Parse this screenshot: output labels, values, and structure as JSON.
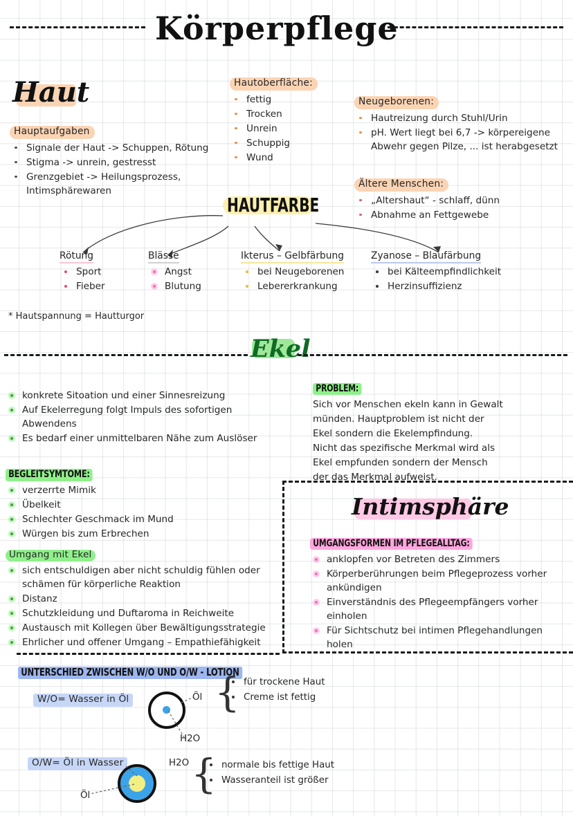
{
  "page": {
    "title": "Körperpflege"
  },
  "sections": {
    "haut": {
      "heading": "Haut",
      "hauptaufgaben": {
        "label": "Hauptaufgaben",
        "items": [
          "Signale der Haut -> Schuppen, Rötung",
          "Stigma -> unrein, gestresst",
          "Grenzgebiet -> Heilungsprozess, Intimsphärewaren"
        ]
      },
      "hautoberflaeche": {
        "label": "Hautoberfläche:",
        "items": [
          "fettig",
          "Trocken",
          "Unrein",
          "Schuppig",
          "Wund"
        ]
      },
      "neugeborenen": {
        "label": "Neugeborenen:",
        "items": [
          "Hautreizung durch Stuhl/Urin",
          "pH. Wert liegt bei 6,7 -> körpereigene Abwehr gegen Pilze, ... ist herabgesetzt"
        ]
      },
      "aeltere": {
        "label": "Ältere Menschen:",
        "items": [
          "„Altershaut“ - schlaff, dünn",
          "Abnahme an Fettgewebe"
        ]
      },
      "hautfarbe": {
        "label": "HAUTFARBE",
        "branches": [
          {
            "title": "Rötung",
            "items": [
              "Sport",
              "Fieber"
            ]
          },
          {
            "title": "Blässe",
            "items": [
              "Angst",
              "Blutung"
            ]
          },
          {
            "title": "Ikterus – Gelbfärbung",
            "items": [
              "bei Neugeborenen",
              "Lebererkrankung"
            ]
          },
          {
            "title": "Zyanose – Blaufärbung",
            "items": [
              "bei Kälteempfindlichkeit",
              "Herzinsuffizienz"
            ]
          }
        ]
      },
      "footnote": "* Hautspannung = Hautturgor"
    },
    "ekel": {
      "heading": "Ekel",
      "intro_items": [
        "konkrete Sitoation und einer Sinnesreizung",
        "Auf Ekelerregung folgt Impuls des sofortigen Abwendens",
        "Es bedarf einer unmittelbaren Nähe zum Auslöser"
      ],
      "begleitsymtome": {
        "label": "BEGLEITSYMTOME:",
        "items": [
          "verzerrte Mimik",
          "Übelkeit",
          "Schlechter Geschmack im Mund",
          "Würgen bis zum Erbrechen"
        ]
      },
      "umgang": {
        "label": "Umgang mit Ekel",
        "items": [
          "sich entschuldigen aber nicht schuldig fühlen oder schämen für körperliche Reaktion",
          "Distanz",
          "Schutzkleidung und Duftaroma in Reichweite",
          "Austausch mit Kollegen über Bewältigungsstrategie",
          "Ehrlicher und offener Umgang – Empathiefähigkeit"
        ]
      },
      "problem": {
        "label": "PROBLEM:",
        "lines": [
          "Sich vor Menschen ekeln kann in Gewalt",
          "münden. Hauptproblem ist nicht der",
          "Ekel sondern die Ekelempfindung.",
          "Nicht das spezifische Merkmal wird als",
          "Ekel empfunden sondern der Mensch",
          "der das Merkmal aufweist."
        ]
      }
    },
    "intimsphaere": {
      "heading": "Intimsphäre",
      "umgangsformen": {
        "label": "UMGANGSFORMEN IM PFLEGEALLTAG:",
        "items": [
          "anklopfen vor Betreten des Zimmers",
          "Körperberührungen beim Pflegeprozess vorher ankündigen",
          "Einverständnis des Pflegeempfängers vorher einholen",
          "Für Sichtschutz bei intimen Pflegehandlungen holen"
        ]
      }
    },
    "lotion": {
      "heading": "UNTERSCHIED ZWISCHEN W/O UND O/W - LOTION",
      "wo": {
        "label": "W/O= Wasser in Öl",
        "outer_label": "Öl",
        "inner_label": "H2O",
        "notes": [
          "für trockene Haut",
          "Creme ist fettig"
        ]
      },
      "ow": {
        "label": "O/W= Öl in Wasser",
        "outer_label": "H2O",
        "inner_label": "Öl",
        "notes": [
          "normale bis fettige Haut",
          "Wasseranteil ist größer"
        ]
      }
    }
  },
  "colors": {
    "peach": "#fbd4b4",
    "yellow": "#fdf0ae",
    "green": "#8ff08a",
    "pink": "#ffa6de",
    "blue": "#9db6ef",
    "blue_light": "#c6d6f7",
    "ink": "#1a1a1a"
  }
}
